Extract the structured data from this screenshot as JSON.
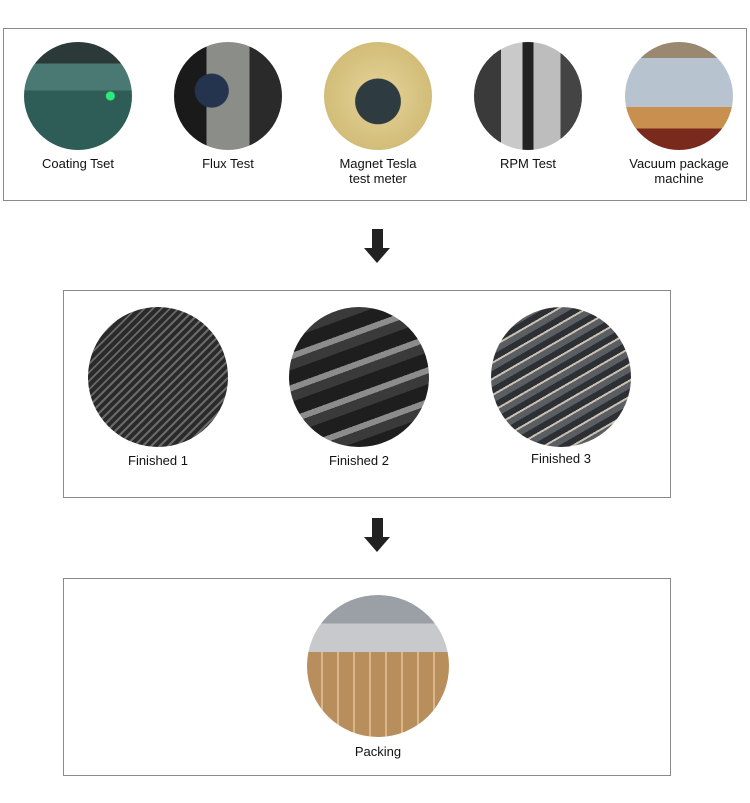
{
  "stage1": {
    "items": [
      {
        "label": "Coating Tset",
        "image": "coating-test-photo"
      },
      {
        "label": "Flux Test",
        "image": "flux-test-photo"
      },
      {
        "label": "Magnet Tesla test meter",
        "image": "tesla-meter-photo"
      },
      {
        "label": "RPM Test",
        "image": "rpm-test-photo"
      },
      {
        "label": "Vacuum package machine",
        "image": "vacuum-machine-photo"
      }
    ]
  },
  "stage2": {
    "items": [
      {
        "label": "Finished 1"
      },
      {
        "label": "Finished 2"
      },
      {
        "label": "Finished 3"
      }
    ]
  },
  "stage3": {
    "items": [
      {
        "label": "Packing"
      }
    ]
  },
  "colors": {
    "border": "#8a8a8a",
    "arrow": "#222222"
  }
}
